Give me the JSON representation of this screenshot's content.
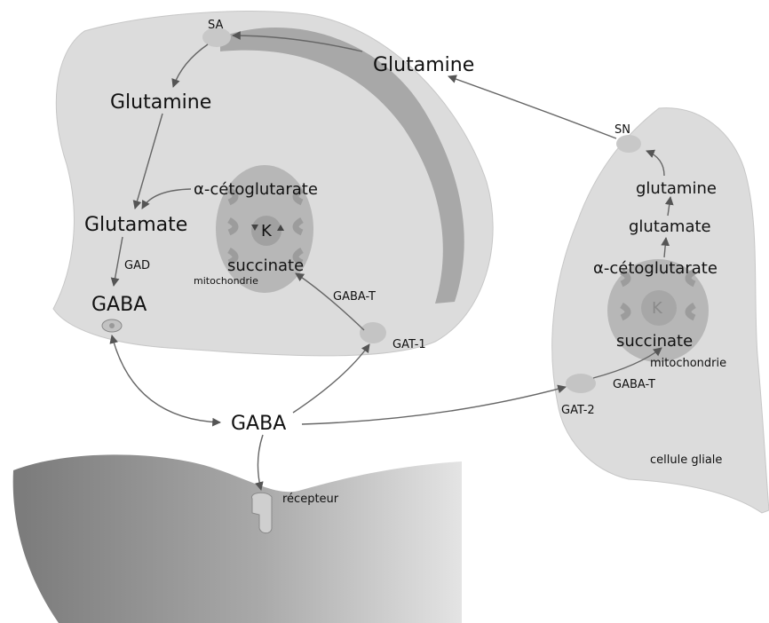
{
  "presynaptic": {
    "SA": "SA",
    "glutamine": "Glutamine",
    "alpha_ketoglutarate": "α-cétoglutarate",
    "glutamate": "Glutamate",
    "GAD": "GAD",
    "GABA": "GABA",
    "K": "K",
    "succinate": "succinate",
    "mitochondrie": "mitochondrie",
    "GABA_T": "GABA-T",
    "GAT_1": "GAT-1"
  },
  "glutamine_transfer": "Glutamine",
  "synaptic_GABA": "GABA",
  "postsynaptic": {
    "recepteur": "récepteur"
  },
  "glial": {
    "SN": "SN",
    "glutamine": "glutamine",
    "glutamate": "glutamate",
    "alpha_ketoglutarate": "α-cétoglutarate",
    "K": "K",
    "succinate": "succinate",
    "mitochondrie": "mitochondrie",
    "GABA_T": "GABA-T",
    "GAT_2": "GAT-2",
    "cellule_gliale": "cellule gliale"
  },
  "colors": {
    "cell_fill": "#dcdcdc",
    "membrane_band": "#a8a8a8",
    "mitochondria": "#b5b5b5",
    "transporter": "#c4c4c4",
    "arrow": "#666666"
  }
}
